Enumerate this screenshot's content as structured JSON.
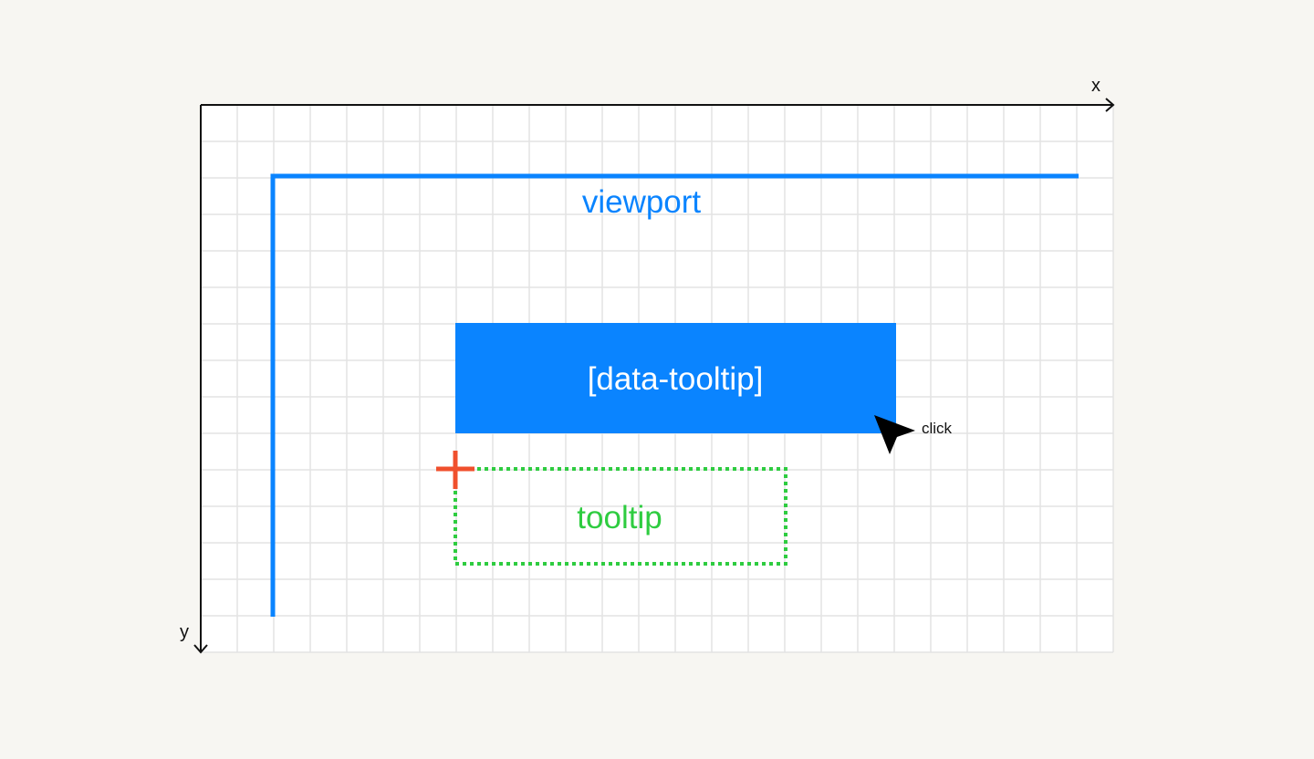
{
  "diagram": {
    "axes": {
      "x_label": "x",
      "y_label": "y"
    },
    "viewport": {
      "label": "viewport"
    },
    "target_element": {
      "label": "[data-tooltip]"
    },
    "tooltip": {
      "label": "tooltip"
    },
    "cursor": {
      "label": "click",
      "icon": "cursor-arrow-icon"
    },
    "origin_marker": {
      "icon": "crosshair-plus-icon"
    }
  },
  "colors": {
    "background": "#f7f6f2",
    "canvas": "#ffffff",
    "grid": "#e3e3e3",
    "axis": "#111111",
    "viewport": "#0a84ff",
    "target_fill": "#0a84ff",
    "target_text": "#ffffff",
    "tooltip": "#2ecc40",
    "tooltip_text": "#2ecc40",
    "origin_marker": "#f0502d",
    "cursor": "#000000"
  }
}
